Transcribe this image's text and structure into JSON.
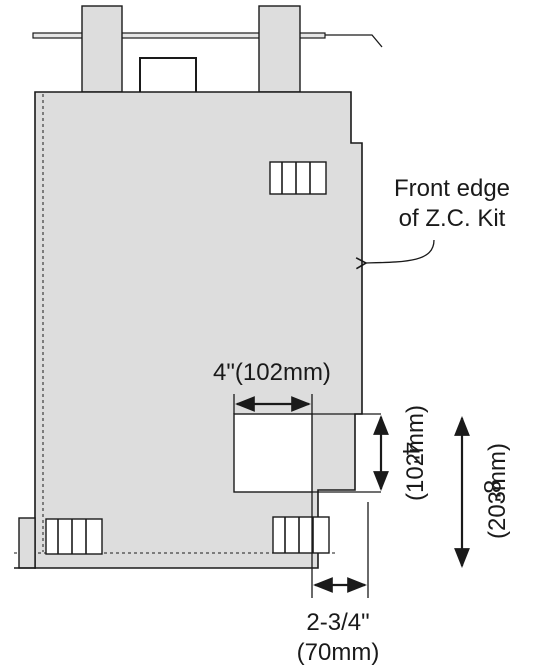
{
  "diagram": {
    "title": "",
    "callout": {
      "line1": "Front edge",
      "line2": "of Z.C. Kit"
    },
    "dimensions": {
      "opening_width": "4\"(102mm)",
      "opening_height_in": "4\"",
      "opening_height_mm": "(102mm)",
      "offset_height_in": "8\"",
      "offset_height_mm": "(203mm)",
      "side_clearance_in": "2-3/4\"",
      "side_clearance_mm": "(70mm)"
    },
    "colors": {
      "panel_fill": "#dddddd",
      "stroke": "#1a1a1a",
      "background": "#ffffff",
      "opening_fill": "#ffffff"
    }
  }
}
